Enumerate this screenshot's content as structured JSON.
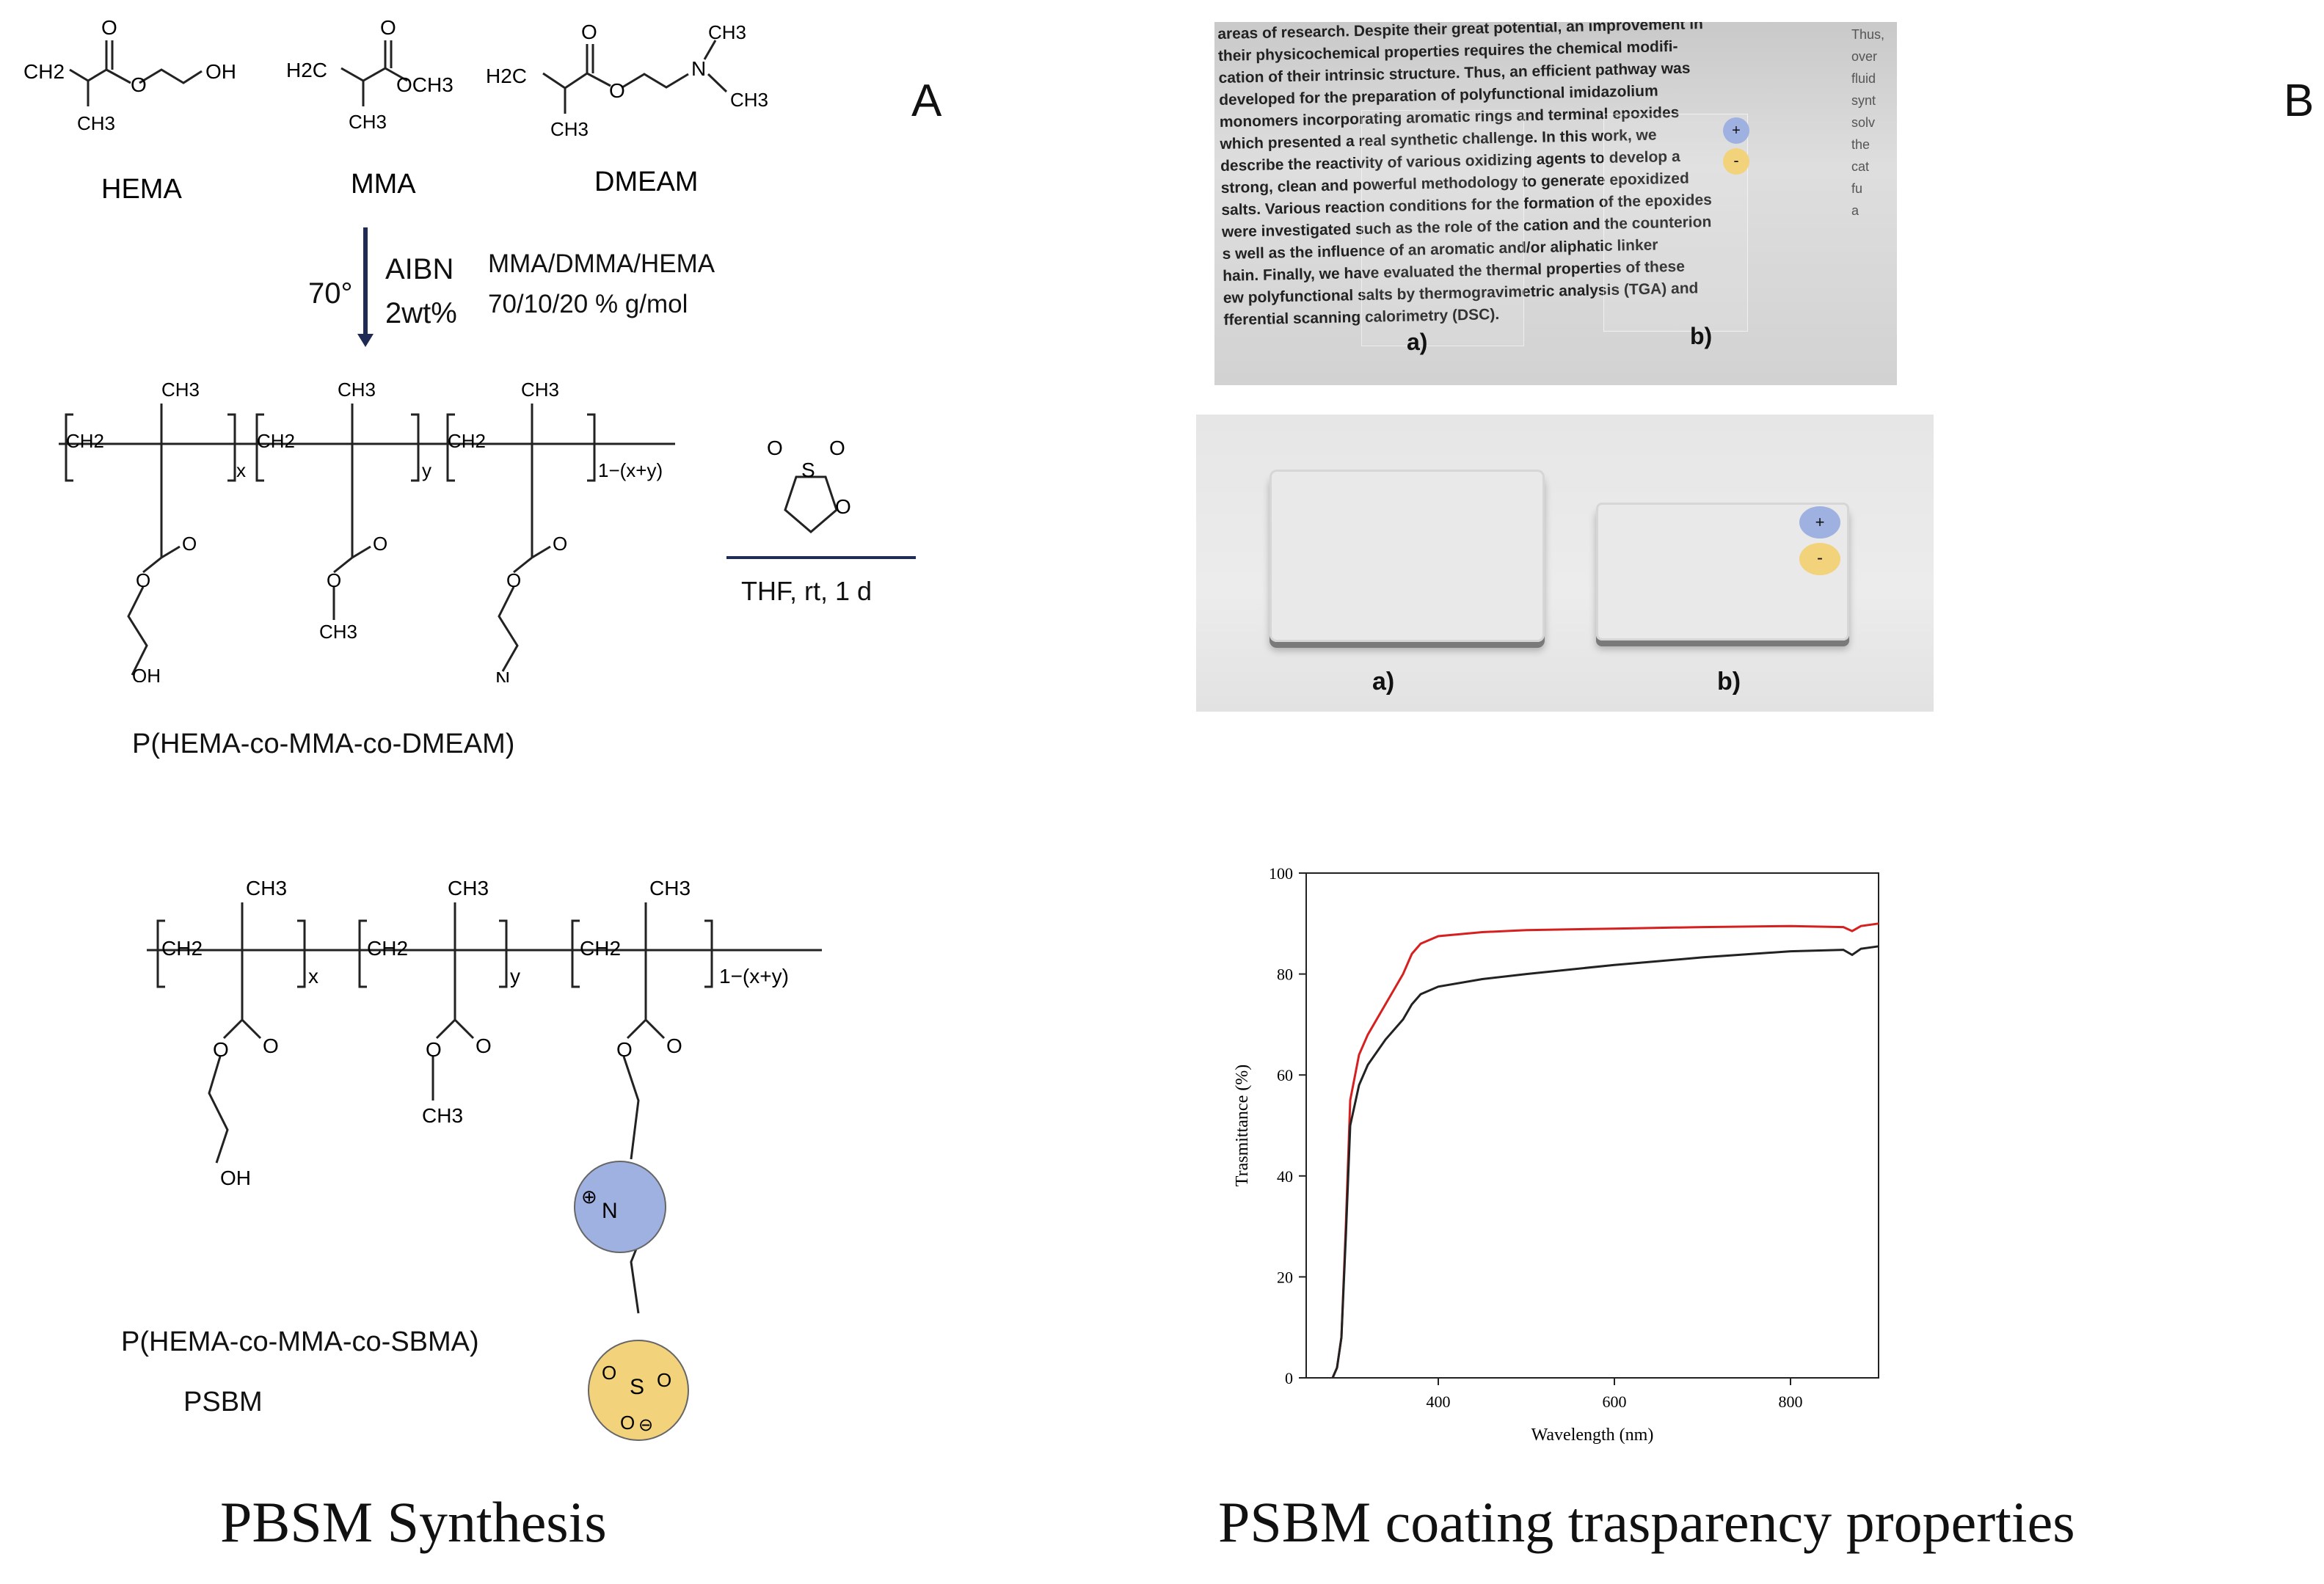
{
  "panel_a": {
    "letter": "A",
    "monomers": [
      {
        "name": "HEMA",
        "groups": [
          "CH2",
          "OH",
          "CH3"
        ]
      },
      {
        "name": "MMA",
        "groups": [
          "H2C",
          "OCH3",
          "CH3"
        ]
      },
      {
        "name": "DMEAM",
        "groups": [
          "H2C",
          "CH3",
          "CH3",
          "N",
          "CH3"
        ]
      }
    ],
    "reaction1": {
      "temperature": "70°",
      "initiator": "AIBN",
      "initiator_amount": "2wt%",
      "ratio_label": "MMA/DMMA/HEMA",
      "ratio_values": "70/10/20 % g/mol"
    },
    "polymer1": {
      "name": "P(HEMA-co-MMA-co-DMEAM)",
      "subscripts": [
        "x",
        "y",
        "1−(x+y)"
      ],
      "labels": [
        "CH3",
        "CH2",
        "OH",
        "O",
        "N"
      ]
    },
    "reaction2": {
      "conditions": "THF, rt, 1 d",
      "reagent_atoms": [
        "S",
        "O",
        "O",
        "O"
      ]
    },
    "polymer2": {
      "name": "P(HEMA-co-MMA-co-SBMA)",
      "short_name": "PSBM",
      "labels": [
        "CH3",
        "CH2",
        "OH",
        "O",
        "N",
        "S"
      ],
      "charges": [
        "⊕",
        "⊖"
      ]
    },
    "caption": "PBSM Synthesis"
  },
  "panel_b": {
    "letter": "B",
    "photo1_text_lines": [
      "areas of research. Despite their great potential, an improvement in",
      "their physicochemical properties requires the chemical modifi-",
      "cation of their intrinsic structure. Thus, an efficient pathway was",
      "developed for the preparation of polyfunctional imidazolium",
      "monomers incorporating aromatic rings and terminal epoxides",
      "which presented a real synthetic challenge. In this work, we",
      "describe the reactivity of various oxidizing agents to develop a",
      "strong, clean and powerful methodology to generate epoxidized",
      "salts. Various reaction conditions for the formation of the epoxides",
      "were investigated such as the role of the cation and the counterion",
      "s well as the influence of an aromatic and/or aliphatic linker",
      "hain. Finally, we have evaluated the thermal properties of these",
      "ew polyfunctional salts by thermogravimetric analysis (TGA) and",
      "fferential scanning calorimetry (DSC)."
    ],
    "photo1_side_words": [
      "Thus,",
      "over",
      "fluid",
      "synt",
      "solv",
      "the",
      "cat",
      "fu",
      "a"
    ],
    "photo1_labels": [
      "a)",
      "b)"
    ],
    "photo2_labels": [
      "a)",
      "b)"
    ],
    "charge_plus": "+",
    "charge_minus": "-",
    "caption": "PSBM coating trasparency properties"
  },
  "colors": {
    "plus_circle": "#9fb1e0",
    "minus_circle": "#f2d27a",
    "arrow": "#1f2a55",
    "series_red": "#d62020",
    "series_black": "#222222"
  },
  "chart_data": {
    "type": "line",
    "title": "",
    "xlabel": "Wavelength (nm)",
    "ylabel": "Trasmittance (%)",
    "xlim": [
      250,
      900
    ],
    "ylim": [
      0,
      100
    ],
    "xticks": [
      400,
      600,
      800
    ],
    "yticks": [
      0,
      20,
      40,
      60,
      80,
      100
    ],
    "grid": false,
    "series": [
      {
        "color": "#d62020",
        "x": [
          280,
          285,
          290,
          295,
          300,
          310,
          320,
          340,
          360,
          370,
          380,
          400,
          450,
          500,
          600,
          700,
          800,
          860,
          870,
          880,
          900
        ],
        "y": [
          0,
          2,
          8,
          30,
          55,
          64,
          68,
          74,
          80,
          84,
          86,
          87.5,
          88.3,
          88.7,
          89,
          89.3,
          89.5,
          89.3,
          88.5,
          89.5,
          90
        ]
      },
      {
        "color": "#222222",
        "x": [
          280,
          285,
          290,
          295,
          300,
          310,
          320,
          340,
          360,
          370,
          380,
          400,
          450,
          500,
          600,
          700,
          800,
          860,
          870,
          880,
          900
        ],
        "y": [
          0,
          2,
          8,
          28,
          50,
          58,
          62,
          67,
          71,
          74,
          76,
          77.5,
          79,
          80,
          81.8,
          83.3,
          84.5,
          84.8,
          83.8,
          85,
          85.5
        ]
      }
    ]
  }
}
